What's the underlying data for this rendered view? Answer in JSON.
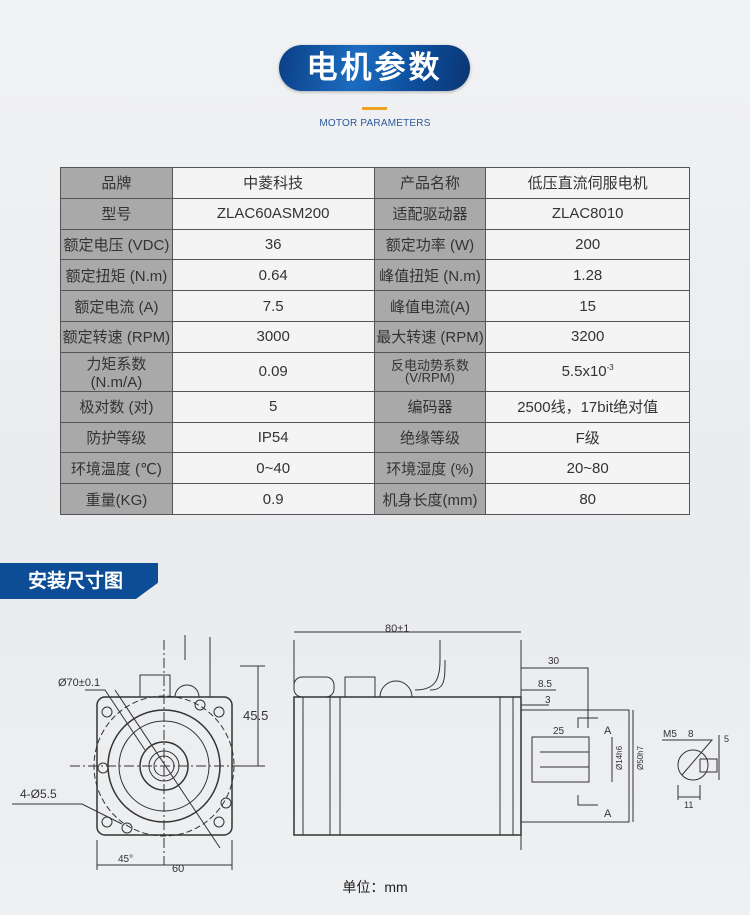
{
  "header": {
    "title": "电机参数",
    "subtitle": "MOTOR  PARAMETERS"
  },
  "table": [
    [
      "品牌",
      "中菱科技",
      "产品名称",
      "低压直流伺服电机"
    ],
    [
      "型号",
      "ZLAC60ASM200",
      "适配驱动器",
      "ZLAC8010"
    ],
    [
      "额定电压 (VDC)",
      "36",
      "额定功率 (W)",
      "200"
    ],
    [
      "额定扭矩 (N.m)",
      "0.64",
      "峰值扭矩 (N.m)",
      "1.28"
    ],
    [
      "额定电流 (A)",
      "7.5",
      "峰值电流(A)",
      "15"
    ],
    [
      "额定转速 (RPM)",
      "3000",
      "最大转速 (RPM)",
      "3200"
    ],
    [
      "力矩系数(N.m/A)",
      "0.09",
      "反电动势系数 (V/RPM)",
      "5.5x10"
    ],
    [
      "极对数 (对)",
      "5",
      "编码器",
      "2500线，17bit绝对值"
    ],
    [
      "防护等级",
      "IP54",
      "绝缘等级",
      "F级"
    ],
    [
      "环境温度 (℃)",
      "0~40",
      "环境湿度 (%)",
      "20~80"
    ],
    [
      "重量(KG)",
      "0.9",
      "机身长度(mm)",
      "80"
    ]
  ],
  "bemf_exponent": "-3",
  "section": {
    "title": "安装尺寸图"
  },
  "drawing": {
    "d70": "Ø70±0.1",
    "h455": "45.5",
    "holes": "4-Ø5.5",
    "angle": "45°",
    "w60": "60",
    "len80": "80±1",
    "d30": "30",
    "d85": "8.5",
    "d3": "3",
    "d25": "25",
    "secA": "A",
    "d14": "Ø14h6",
    "d50": "Ø50h7",
    "m5": "M5",
    "d8": "8",
    "d5": "5",
    "d11": "11"
  },
  "footer": {
    "unit": "单位：mm"
  }
}
